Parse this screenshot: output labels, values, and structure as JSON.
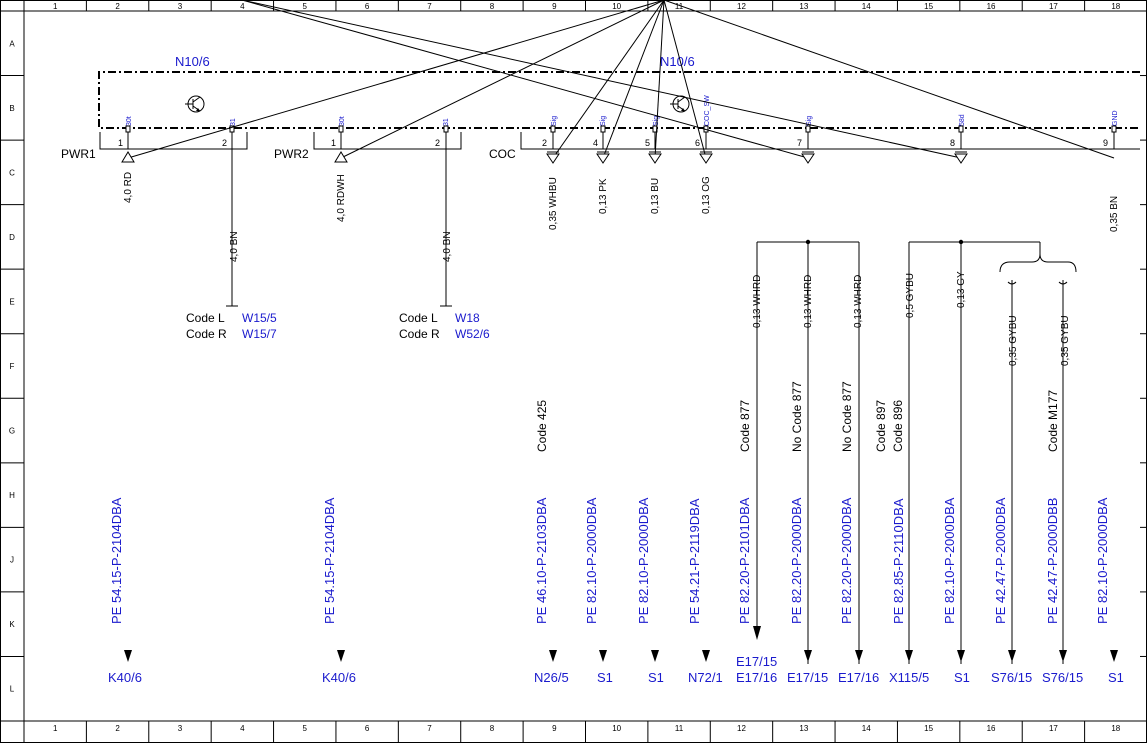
{
  "columns": [
    "1",
    "2",
    "3",
    "4",
    "5",
    "6",
    "7",
    "8",
    "9",
    "10",
    "11",
    "12",
    "13",
    "14",
    "15",
    "16",
    "17",
    "18"
  ],
  "rows": [
    "A",
    "B",
    "C",
    "D",
    "E",
    "F",
    "G",
    "H",
    "J",
    "K",
    "L"
  ],
  "module": {
    "left_label": "N10/6",
    "right_label": "N10/6"
  },
  "connectors": [
    {
      "id": "PWR1",
      "label": "PWR1"
    },
    {
      "id": "PWR2",
      "label": "PWR2"
    },
    {
      "id": "COC",
      "label": "COC"
    }
  ],
  "pins": [
    {
      "num": "1",
      "sig": "30t"
    },
    {
      "num": "2",
      "sig": "31"
    },
    {
      "num": "1",
      "sig": "30t"
    },
    {
      "num": "2",
      "sig": "31"
    },
    {
      "num": "2",
      "sig": "Sig"
    },
    {
      "num": "4",
      "sig": "Sig"
    },
    {
      "num": "5",
      "sig": "Sig"
    },
    {
      "num": "6",
      "sig": "COC_SW"
    },
    {
      "num": "7",
      "sig": "Sig"
    },
    {
      "num": "8",
      "sig": "58d"
    },
    {
      "num": "9",
      "sig": "GND"
    }
  ],
  "wires": [
    "4,0 RD",
    "4,0 BN",
    "4,0 RDWH",
    "4,0 BN",
    "0,35 WHBU",
    "0,13 PK",
    "0,13 BU",
    "0,13 OG",
    "0,13 WHRD",
    "0,13 WHRD",
    "0,13 WHRD",
    "0,5 GYBU",
    "0,13 GY",
    "0,35 GYBU",
    "0,35 GYBU",
    "0,35 BN"
  ],
  "grounds": [
    {
      "code_l": "Code L",
      "ref_l": "W15/5",
      "code_r": "Code R",
      "ref_r": "W15/7"
    },
    {
      "code_l": "Code L",
      "ref_l": "W18",
      "code_r": "Code R",
      "ref_r": "W52/6"
    }
  ],
  "codes": [
    "Code 425",
    "Code 877",
    "No  Code 877",
    "No  Code 877",
    "Code 897",
    "Code 896",
    "Code M177"
  ],
  "refs": [
    "PE 54.15-P-2104DBA",
    "PE 54.15-P-2104DBA",
    "PE 46.10-P-2103DBA",
    "PE 82.10-P-2000DBA",
    "PE 82.10-P-2000DBA",
    "PE 54.21-P-2119DBA",
    "PE 82.20-P-2101DBA",
    "PE 82.20-P-2000DBA",
    "PE 82.20-P-2000DBA",
    "PE 82.85-P-2110DBA",
    "PE 82.10-P-2000DBA",
    "PE 42.47-P-2000DBA",
    "PE 42.47-P-2000DBB",
    "PE 82.10-P-2000DBA"
  ],
  "destinations": [
    "K40/6",
    "K40/6",
    "N26/5",
    "S1",
    "S1",
    "N72/1",
    "E17/15",
    "E17/16",
    "E17/15",
    "E17/16",
    "X115/5",
    "S1",
    "S76/15",
    "S76/15",
    "S1"
  ],
  "colors": {
    "ink": "#000000",
    "blue": "#1a1acd"
  }
}
